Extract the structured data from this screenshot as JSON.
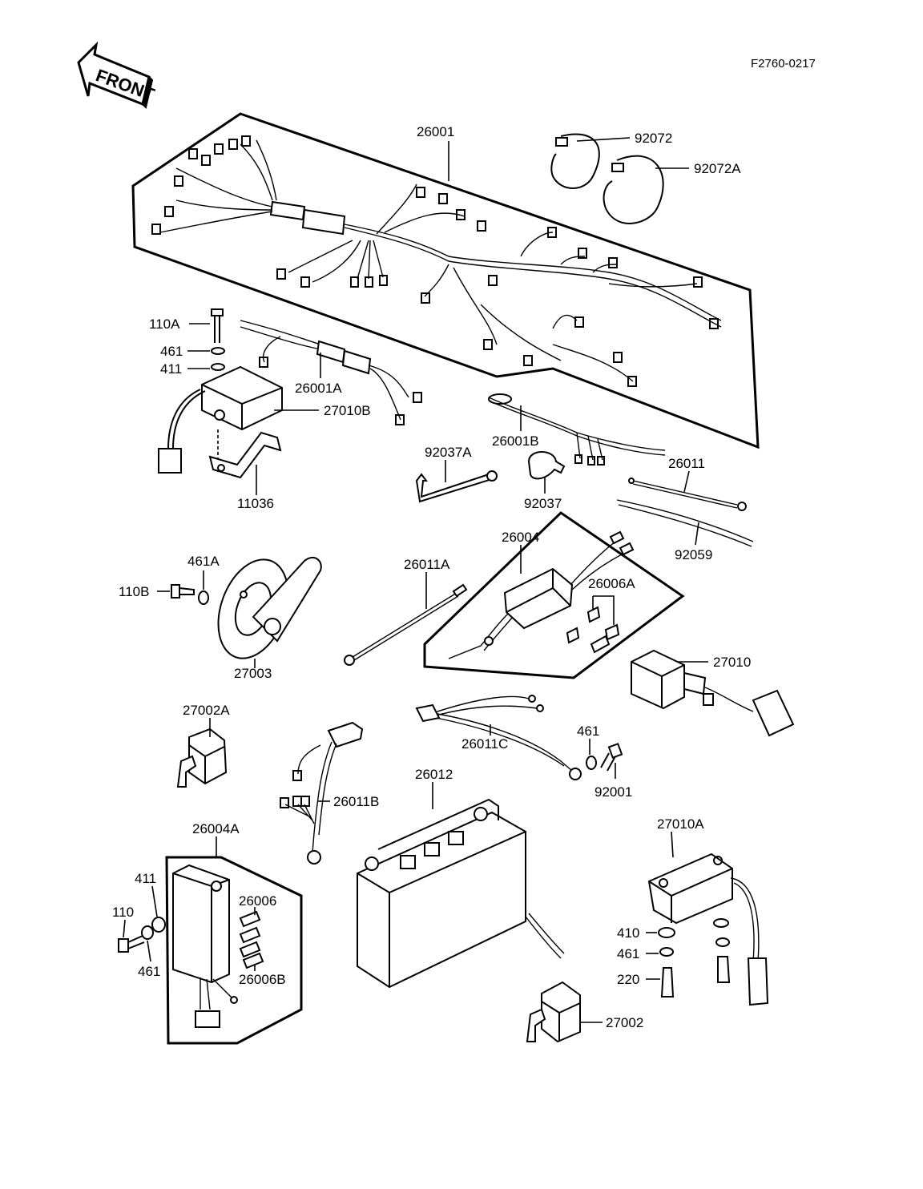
{
  "header": {
    "doc_code": "F2760-0217",
    "front_label": "FRONT"
  },
  "parts": {
    "p26001": "26001",
    "p92072": "92072",
    "p92072A": "92072A",
    "p110A": "110A",
    "p461_top": "461",
    "p411_top": "411",
    "p26001A": "26001A",
    "p27010B": "27010B",
    "p26001B": "26001B",
    "p92037A": "92037A",
    "p92037": "92037",
    "p26011": "26011",
    "p11036": "11036",
    "p92059": "92059",
    "p26004": "26004",
    "p461A": "461A",
    "p110B": "110B",
    "p26011A": "26011A",
    "p26006A": "26006A",
    "p27003": "27003",
    "p27010": "27010",
    "p27002A": "27002A",
    "p461_mid": "461",
    "p26011C": "26011C",
    "p92001": "92001",
    "p26012": "26012",
    "p26011B": "26011B",
    "p26004A": "26004A",
    "p27010A": "27010A",
    "p411_bot": "411",
    "p26006": "26006",
    "p110": "110",
    "p461_bot": "461",
    "p26006B": "26006B",
    "p410": "410",
    "p461_br": "461",
    "p220": "220",
    "p27002": "27002"
  }
}
